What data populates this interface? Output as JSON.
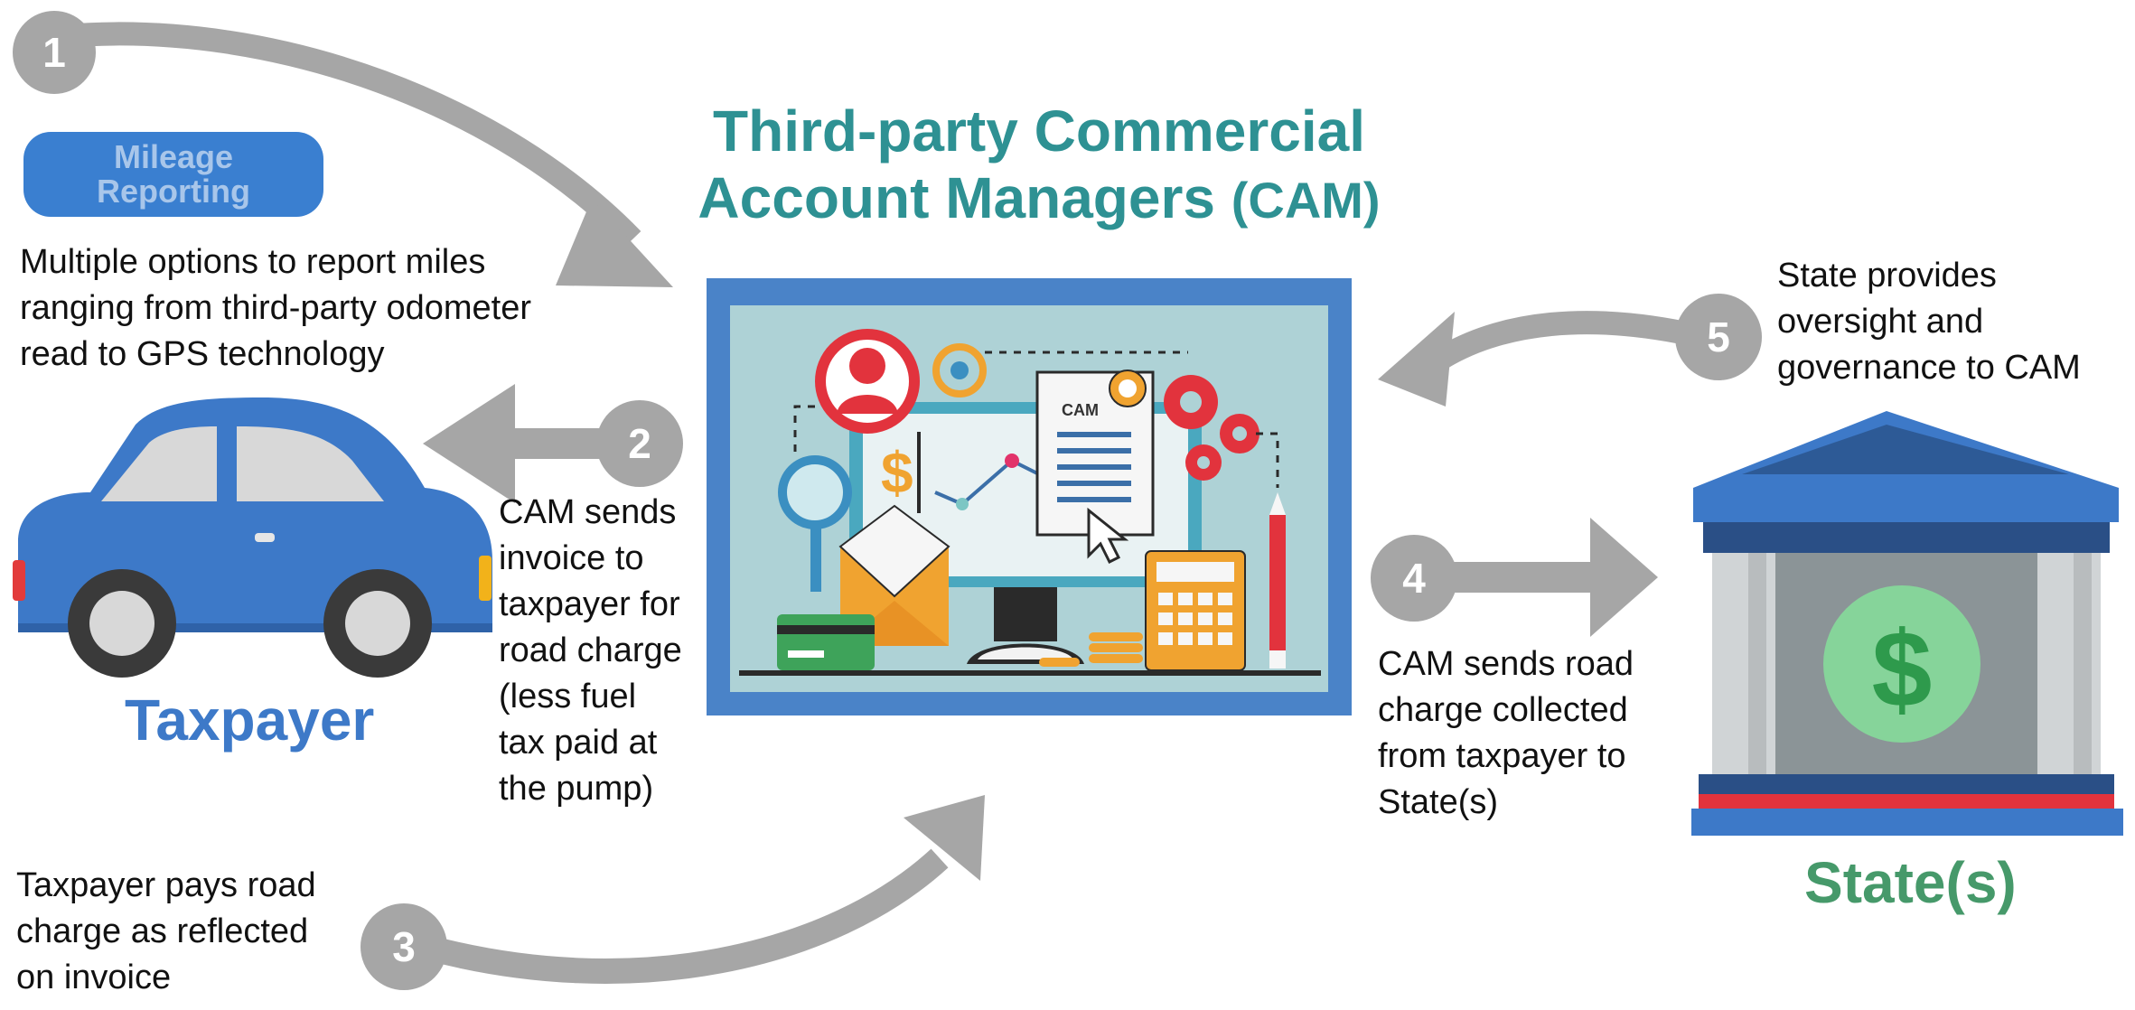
{
  "title_line1": "Third-party Commercial",
  "title_line2": "Account Managers",
  "title_abbr": "(CAM)",
  "mileage_line1": "Mileage",
  "mileage_line2": "Reporting",
  "step1_text": [
    "Multiple options to report miles",
    "ranging from third-party odometer",
    "read to GPS technology"
  ],
  "step2_text": [
    "CAM sends",
    "invoice to",
    "taxpayer for",
    "road charge",
    "(less fuel",
    "tax paid at",
    "the pump)"
  ],
  "step3_text": [
    "Taxpayer pays road",
    "charge as reflected",
    "on invoice"
  ],
  "step4_text": [
    "CAM sends road",
    "charge collected",
    "from taxpayer to",
    "State(s)"
  ],
  "step5_text": [
    "State provides",
    "oversight and",
    "governance to CAM"
  ],
  "taxpayer_label": "Taxpayer",
  "state_label": "State(s)",
  "cam_doc_label": "CAM",
  "step_numbers": [
    "1",
    "2",
    "3",
    "4",
    "5"
  ],
  "colors": {
    "teal_title": "#2e9193",
    "taxpayer_blue": "#3d79c8",
    "state_green": "#46996a",
    "arrow_gray": "#a6a6a6",
    "frame_blue": "#4a83c8"
  },
  "icons": [
    "car-icon",
    "bank-building-icon",
    "dollar-coin-icon",
    "computer-monitor-icon",
    "gear-icon",
    "magnifier-icon",
    "envelope-icon",
    "credit-card-icon",
    "calculator-icon",
    "pencil-icon",
    "user-avatar-icon",
    "certificate-icon",
    "cursor-icon"
  ]
}
